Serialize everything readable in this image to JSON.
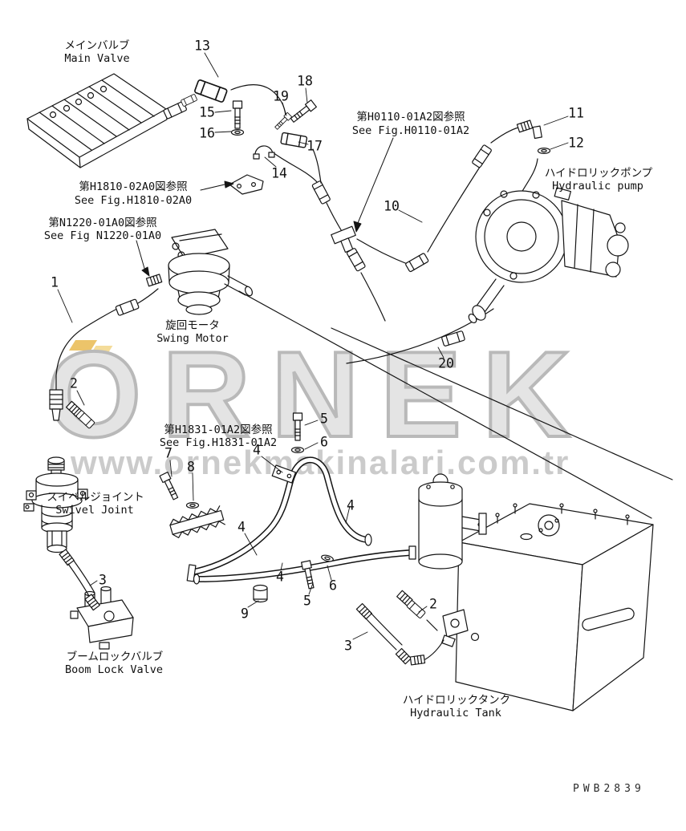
{
  "page": {
    "drawing_code": "PWB2839"
  },
  "watermark": {
    "brand": "ORNEK",
    "website": "www.ornekmakinalari.com.tr"
  },
  "components": {
    "main_valve": {
      "jp": "メインバルブ",
      "en": "Main Valve"
    },
    "hydraulic_pump": {
      "jp": "ハイドロリックポンプ",
      "en": "Hydraulic pump"
    },
    "swing_motor": {
      "jp": "旋回モータ",
      "en": "Swing Motor"
    },
    "swivel_joint": {
      "jp": "スイベルジョイント",
      "en": "Swivel Joint"
    },
    "boom_lock_valve": {
      "jp": "ブームロックバルブ",
      "en": "Boom Lock Valve"
    },
    "hydraulic_tank": {
      "jp": "ハイドロリックタンク",
      "en": "Hydraulic Tank"
    }
  },
  "references": {
    "h1810": {
      "jp": "第H1810-02A0図参照",
      "en": "See Fig.H1810-02A0"
    },
    "n1220": {
      "jp": "第N1220-01A0図参照",
      "en": "See Fig N1220-01A0"
    },
    "h0110": {
      "jp": "第H0110-01A2図参照",
      "en": "See Fig.H0110-01A2"
    },
    "h1831": {
      "jp": "第H1831-01A2図参照",
      "en": "See Fig.H1831-01A2"
    }
  },
  "parts": {
    "numbers": [
      "1",
      "2",
      "3",
      "4",
      "5",
      "6",
      "7",
      "8",
      "9",
      "10",
      "11",
      "12",
      "13",
      "14",
      "15",
      "16",
      "17",
      "18",
      "19",
      "20"
    ]
  }
}
